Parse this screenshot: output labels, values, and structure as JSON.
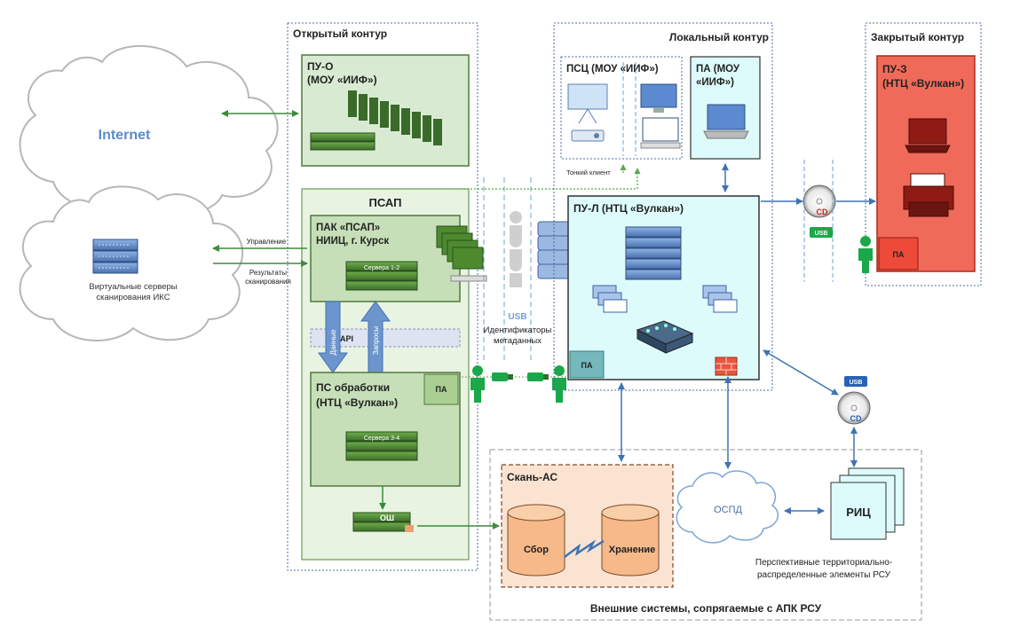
{
  "cloud_internet": "Internet",
  "cloud_virtual": {
    "line1": "Виртуальные серверы",
    "line2": "сканирования ИКС"
  },
  "open_contour": {
    "title": "Открытый контур",
    "pu_o": {
      "line1": "ПУ-О",
      "line2": "(МОУ «ИИФ»)"
    },
    "psap": {
      "title": "ПСАП",
      "pak": {
        "line1": "ПАК «ПСАП»",
        "line2": "НИИЦ, г. Курск",
        "servers": "Сервера 1-2"
      },
      "api": "API",
      "data_arrow": "Данные",
      "request_arrow": "Запросы",
      "ps": {
        "line1": "ПС обработки",
        "line2": "(НТЦ «Вулкан»)",
        "pa": "ПА",
        "servers": "Сервера 3-4"
      },
      "osh": "ОШ"
    },
    "control_label": "Управление",
    "results_line1": "Результаты",
    "results_line2": "сканирования"
  },
  "local_contour": {
    "title": "Локальный контур",
    "psc": {
      "title": "ПСЦ (МОУ «ИИФ»)"
    },
    "pa_mou": {
      "line1": "ПА (МОУ",
      "line2": "«ИИФ»)"
    },
    "thin_client": "Тонкий клиент",
    "pu_l": {
      "title": "ПУ-Л (НТЦ «Вулкан»)",
      "pa": "ПА"
    }
  },
  "usb_label": "USB",
  "identifiers": {
    "line1": "Идентификаторы",
    "line2": "метаданных"
  },
  "closed_contour": {
    "title": "Закрытый контур",
    "pu_z": {
      "line1": "ПУ-З",
      "line2": "(НТЦ «Вулкан»)"
    },
    "pa": "ПА"
  },
  "cd_label": "CD",
  "usb_small": "USB",
  "external": {
    "title": "Внешние системы, сопрягаемые с АПК РСУ",
    "scan_as": {
      "title": "Скань-АС",
      "collect": "Сбор",
      "storage": "Хранение"
    },
    "ospd": "ОСПД",
    "ric": "РИЦ",
    "perspective_line1": "Перспективные территориально-",
    "perspective_line2": "распределенные элементы РСУ"
  },
  "colors": {
    "green_fill": "#d9ead3",
    "green_dark": "#c7dfb9",
    "cyan_fill": "#ddfbfb",
    "red_fill": "#f06a5a",
    "peach_fill": "#fbe3d2",
    "arrow_green": "#3b8c3b",
    "arrow_blue": "#3f73b4"
  }
}
